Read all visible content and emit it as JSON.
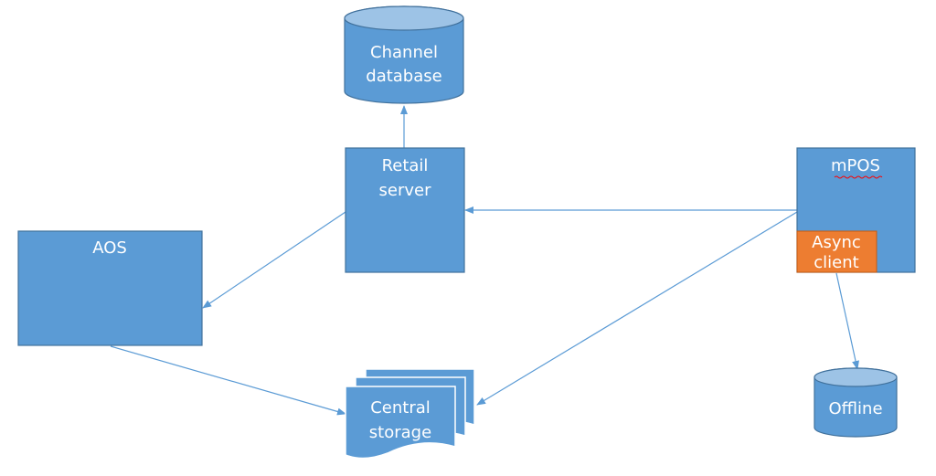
{
  "nodes": {
    "channel_database": {
      "line1": "Channel",
      "line2": "database"
    },
    "retail_server": {
      "line1": "Retail",
      "line2": "server"
    },
    "mpos": {
      "label": "mPOS"
    },
    "async_client": {
      "line1": "Async",
      "line2": "client"
    },
    "aos": {
      "label": "AOS"
    },
    "central_storage": {
      "line1": "Central",
      "line2": "storage"
    },
    "offline": {
      "label": "Offline"
    }
  },
  "colors": {
    "node_fill": "#5b9bd5",
    "node_stroke": "#41719c",
    "accent_fill": "#ed7d31",
    "accent_stroke": "#c55a11",
    "edge": "#5b9bd5",
    "spellcheck": "#ff0000"
  }
}
